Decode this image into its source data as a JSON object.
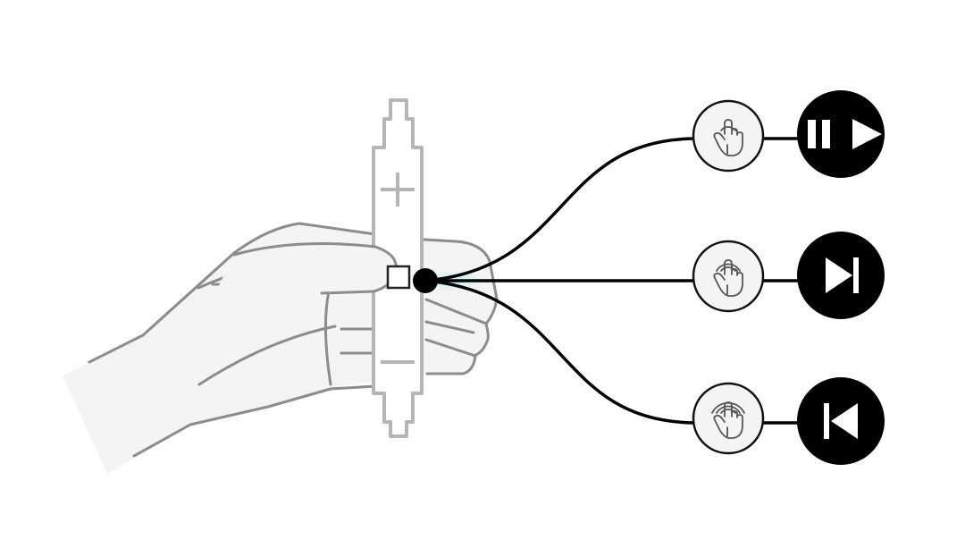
{
  "diagram": {
    "remote_buttons": [
      {
        "name": "volume-up",
        "symbol": "plus"
      },
      {
        "name": "center-button",
        "symbol": "none"
      },
      {
        "name": "volume-down",
        "symbol": "minus"
      }
    ],
    "gestures": [
      {
        "presses": 1,
        "action_icon": "play-pause-icon"
      },
      {
        "presses": 2,
        "action_icon": "next-track-icon"
      },
      {
        "presses": 3,
        "action_icon": "previous-track-icon"
      }
    ],
    "colors": {
      "wire": "#000000",
      "action_background": "#000000",
      "remote_outline": "#b5b5b5",
      "hand_outline": "#8c8c8c",
      "press_glow": "#bfeff3"
    }
  }
}
